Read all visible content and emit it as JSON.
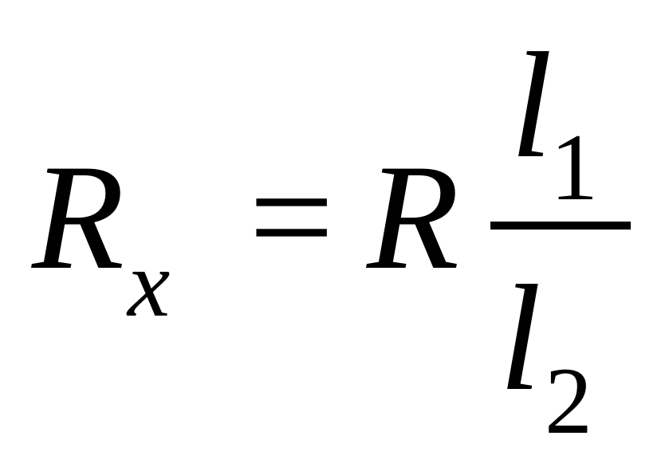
{
  "formula": {
    "lhs": {
      "symbol": "R",
      "subscript": "x"
    },
    "operator": "=",
    "rhs": {
      "coefficient": "R",
      "fraction": {
        "numerator": {
          "symbol": "l",
          "subscript": "1"
        },
        "denominator": {
          "symbol": "l",
          "subscript": "2"
        }
      }
    }
  }
}
